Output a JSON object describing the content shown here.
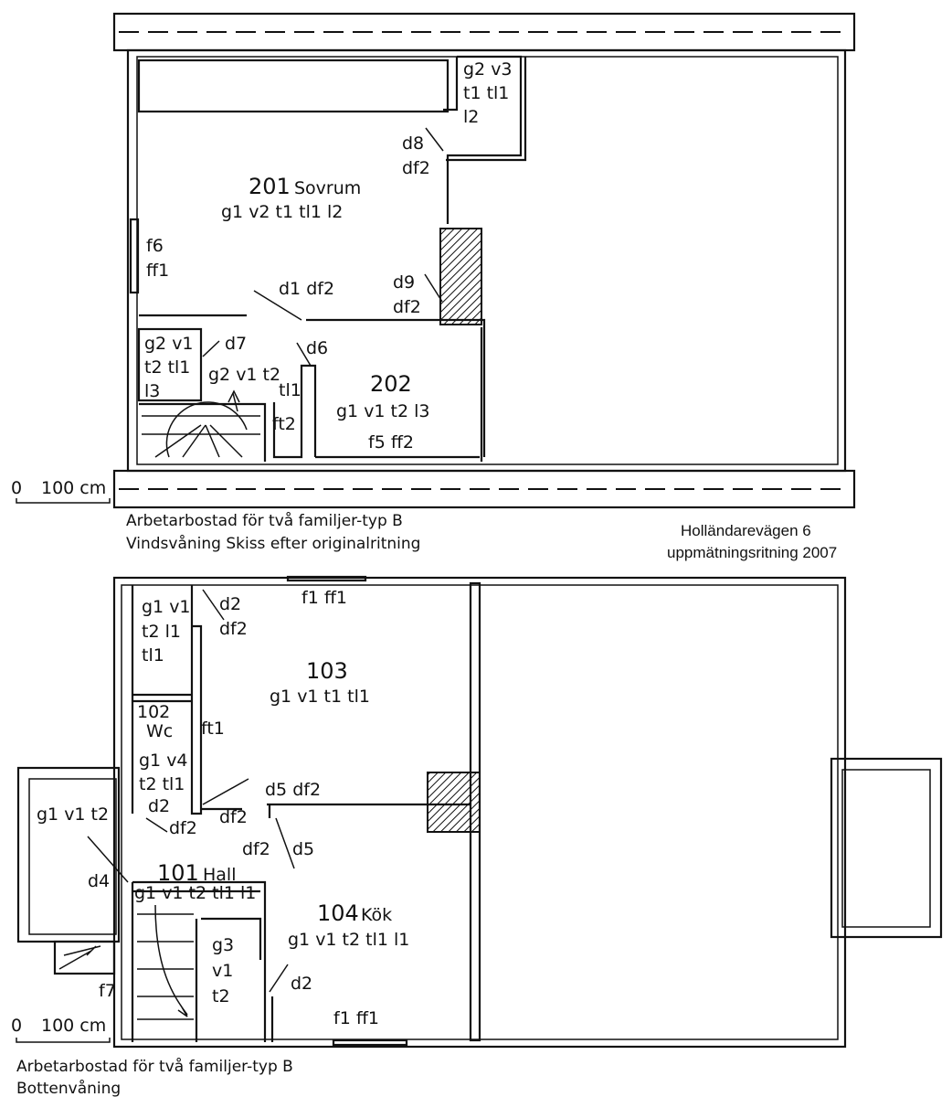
{
  "address": {
    "line1": "Holländarevägen 6",
    "line2": "uppmätningsritning 2007"
  },
  "upper_floor": {
    "caption_line1": "Arbetarbostad för två familjer-typ B",
    "caption_line2": "Vindsvåning  Skiss efter originalritning",
    "scale": {
      "zero": "0",
      "value": "100 cm"
    },
    "labels": [
      "g2 v3",
      "t1 tl1",
      "l2",
      "d8",
      "df2",
      "201",
      "Sovrum",
      "g1 v2 t1 tl1 l2",
      "f6",
      "ff1",
      "d1 df2",
      "d9",
      "df2",
      "g2 v1",
      "t2 tl1",
      "l3",
      "d7",
      "d6",
      "g2 v1 t2",
      "tl1",
      "ft2",
      "202",
      "g1 v1 t2 l3",
      "f5 ff2"
    ]
  },
  "ground_floor": {
    "caption_line1": "Arbetarbostad för två familjer-typ B",
    "caption_line2": "Bottenvåning",
    "scale": {
      "zero": "0",
      "value": "100 cm"
    },
    "labels": [
      "f1 ff1",
      "g1 v1",
      "t2 l1",
      "tl1",
      "d2",
      "df2",
      "103",
      "g1 v1 t1 tl1",
      "102",
      "Wc",
      "ft1",
      "g1 v4",
      "t2 tl1",
      "d2",
      "df2",
      "d5 df2",
      "df2",
      "g1 v1 t2",
      "df2",
      "d5",
      "d4",
      "101",
      "Hall",
      "g1 v1 t2 tl1 l1",
      "104",
      "Kök",
      "g1 v1 t2 tl1 l1",
      "g3",
      "v1",
      "t2",
      "d2",
      "f7",
      "f1 ff1"
    ]
  }
}
